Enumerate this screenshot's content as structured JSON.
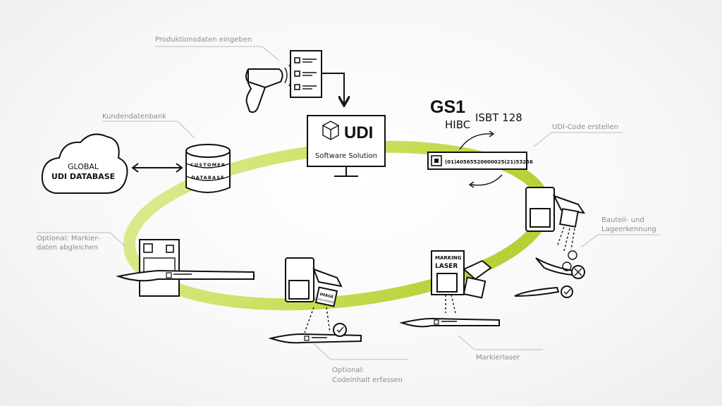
{
  "labels": {
    "produktionsdaten": "Produktionsdaten eingeben",
    "kundendatenbank": "Kundendatenbank",
    "udi_code_erstellen": "UDI-Code erstellen",
    "bauteil_line1": "Bauteil- und",
    "bauteil_line2": "Lageerkennung",
    "optional_mark_line1": "Optional: Markier-",
    "optional_mark_line2": "daten abgleichen",
    "optional_code_line1": "Optional:",
    "optional_code_line2": "Codeinhalt erfassen",
    "markierlaser": "Markierlaser"
  },
  "cloud": {
    "line1": "GLOBAL",
    "line2": "UDI DATABASE"
  },
  "database": {
    "line1": "CUSTOMER",
    "line2": "DATABASE"
  },
  "monitor": {
    "title": "UDI",
    "subtitle": "Software Solution"
  },
  "standards": {
    "gs1": "GS1",
    "hibc": "HIBC",
    "isbt": "ISBT 128"
  },
  "udi_code": "(01)40565520000025(21)53256",
  "laser": {
    "line1": "MARKING",
    "line2": "LASER"
  },
  "camera": {
    "line1": "IMAGE",
    "line2": "PROCESSING"
  },
  "colors": {
    "ring": "#b9d431",
    "ink": "#111111",
    "label": "#8a8d90"
  }
}
